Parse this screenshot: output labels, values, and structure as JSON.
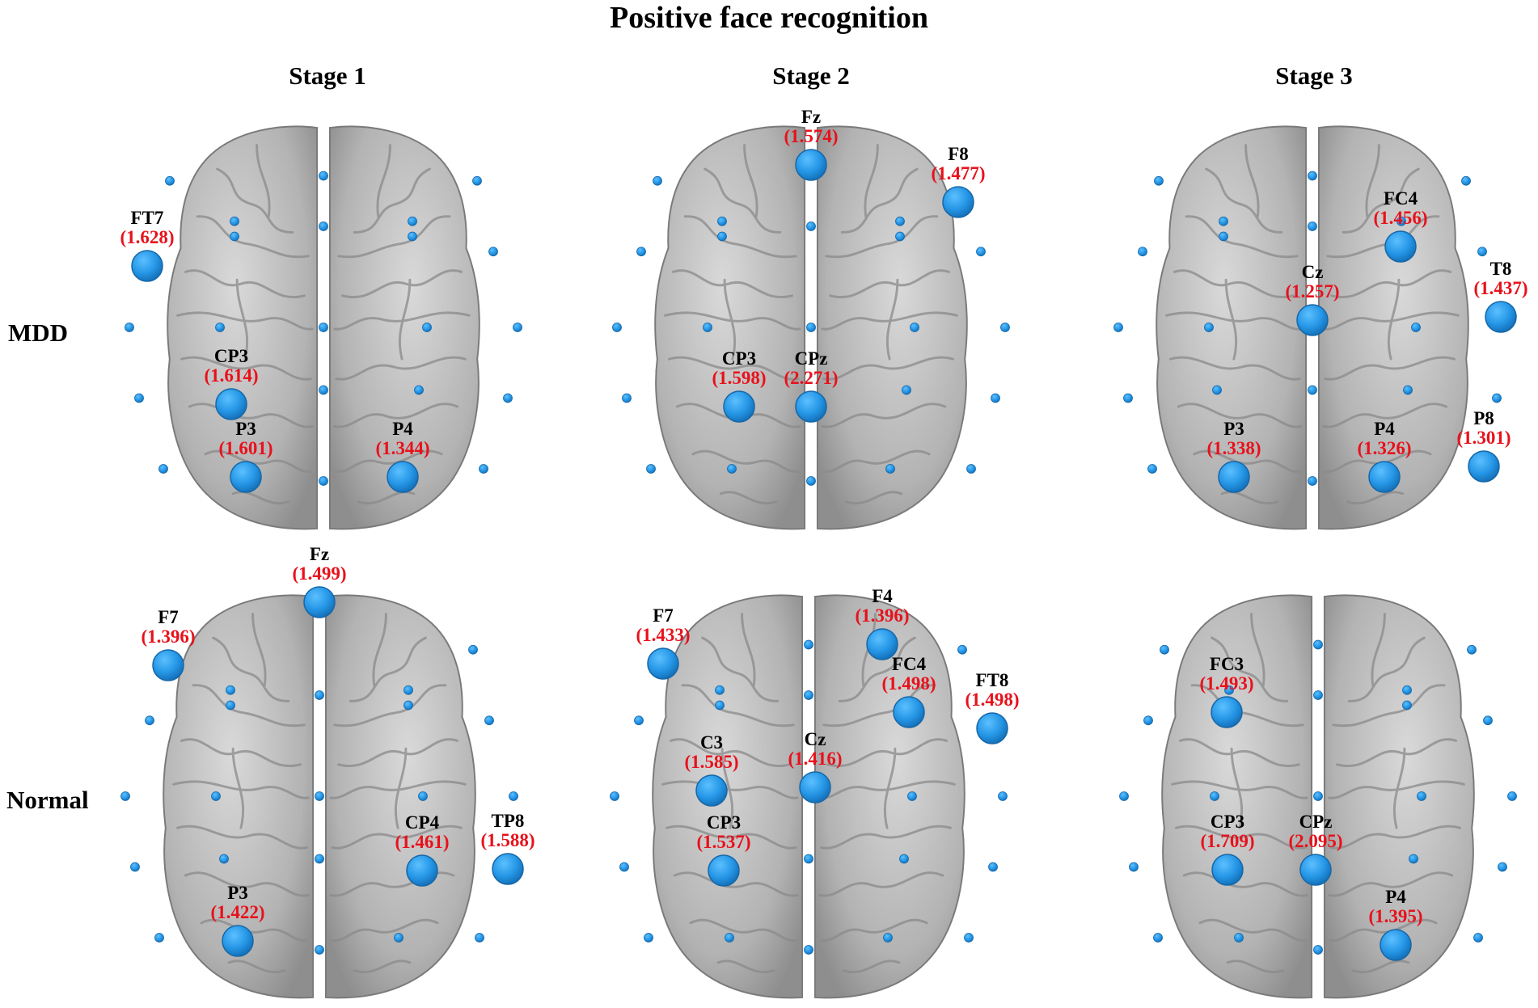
{
  "title": "Positive face recognition",
  "columns": [
    "Stage 1",
    "Stage 2",
    "Stage 3"
  ],
  "rows": [
    "MDD",
    "Normal"
  ],
  "colors": {
    "electrode": "#2b9ae8",
    "electrode_stroke": "#1667a8",
    "value_text": "#e8111b",
    "brain": "#b9b9b9"
  },
  "panels": [
    {
      "row": "MDD",
      "stage": "Stage 1",
      "highlighted": [
        {
          "name": "FT7",
          "value": "(1.628)"
        },
        {
          "name": "CP3",
          "value": "(1.614)"
        },
        {
          "name": "P3",
          "value": "(1.601)"
        },
        {
          "name": "P4",
          "value": "(1.344)"
        }
      ]
    },
    {
      "row": "MDD",
      "stage": "Stage 2",
      "highlighted": [
        {
          "name": "Fz",
          "value": "(1.574)"
        },
        {
          "name": "F8",
          "value": "(1.477)"
        },
        {
          "name": "CP3",
          "value": "(1.598)"
        },
        {
          "name": "CPz",
          "value": "(2.271)"
        }
      ]
    },
    {
      "row": "MDD",
      "stage": "Stage 3",
      "highlighted": [
        {
          "name": "FC4",
          "value": "(1.456)"
        },
        {
          "name": "Cz",
          "value": "(1.257)"
        },
        {
          "name": "T8",
          "value": "(1.437)"
        },
        {
          "name": "P3",
          "value": "(1.338)"
        },
        {
          "name": "P4",
          "value": "(1.326)"
        },
        {
          "name": "P8",
          "value": "(1.301)"
        }
      ]
    },
    {
      "row": "Normal",
      "stage": "Stage 1",
      "highlighted": [
        {
          "name": "Fz",
          "value": "(1.499)"
        },
        {
          "name": "F7",
          "value": "(1.396)"
        },
        {
          "name": "CP4",
          "value": "(1.461)"
        },
        {
          "name": "TP8",
          "value": "(1.588)"
        },
        {
          "name": "P3",
          "value": "(1.422)"
        }
      ]
    },
    {
      "row": "Normal",
      "stage": "Stage 2",
      "highlighted": [
        {
          "name": "F7",
          "value": "(1.433)"
        },
        {
          "name": "F4",
          "value": "(1.396)"
        },
        {
          "name": "FC4",
          "value": "(1.498)"
        },
        {
          "name": "FT8",
          "value": "(1.498)"
        },
        {
          "name": "C3",
          "value": "(1.585)"
        },
        {
          "name": "Cz",
          "value": "(1.416)"
        },
        {
          "name": "CP3",
          "value": "(1.537)"
        }
      ]
    },
    {
      "row": "Normal",
      "stage": "Stage 3",
      "highlighted": [
        {
          "name": "FC3",
          "value": "(1.493)"
        },
        {
          "name": "CP3",
          "value": "(1.709)"
        },
        {
          "name": "CPz",
          "value": "(2.095)"
        },
        {
          "name": "P4",
          "value": "(1.395)"
        }
      ]
    }
  ]
}
